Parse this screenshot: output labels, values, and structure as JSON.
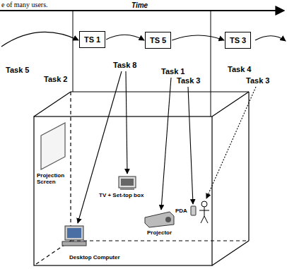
{
  "diagram": {
    "nodes": [
      {
        "text": [
          "TS 1"
        ]
      },
      {
        "text": [
          "TS 5"
        ]
      },
      {
        "text": [
          "TS 3"
        ]
      }
    ],
    "edges": [
      {
        "from": 0,
        "to": 1,
        "arrow": "to"
      },
      {
        "from": 1,
        "to": 2,
        "arrow": "to"
      }
    ],
    "labels": [
      "e of many users.",
      "Time",
      "Task 5",
      "Task 8",
      "Task 1",
      "Task 4",
      "Task 2",
      "Task 3",
      "Task 3",
      "Projection Screen",
      "TV + Set-top box",
      "PDA",
      "Projector",
      "Desktop Computer"
    ]
  }
}
